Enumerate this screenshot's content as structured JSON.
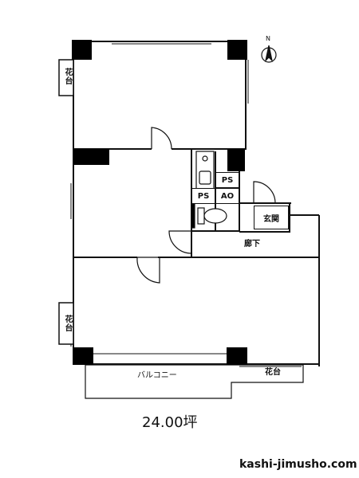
{
  "plan": {
    "area": "24.00坪",
    "website": "kashi-jimusho.com",
    "compass": "N",
    "labels": {
      "flower_box_top": "花台",
      "flower_box_left_bottom": "花台",
      "flower_box_bottom_right": "花台",
      "balcony": "バルコニー",
      "hallway": "廊下",
      "entrance": "玄関",
      "ps_upper": "PS",
      "ps_lower": "PS",
      "ao": "AO"
    }
  },
  "colors": {
    "line": "#111111",
    "pillar": "#000000",
    "background": "#ffffff"
  }
}
